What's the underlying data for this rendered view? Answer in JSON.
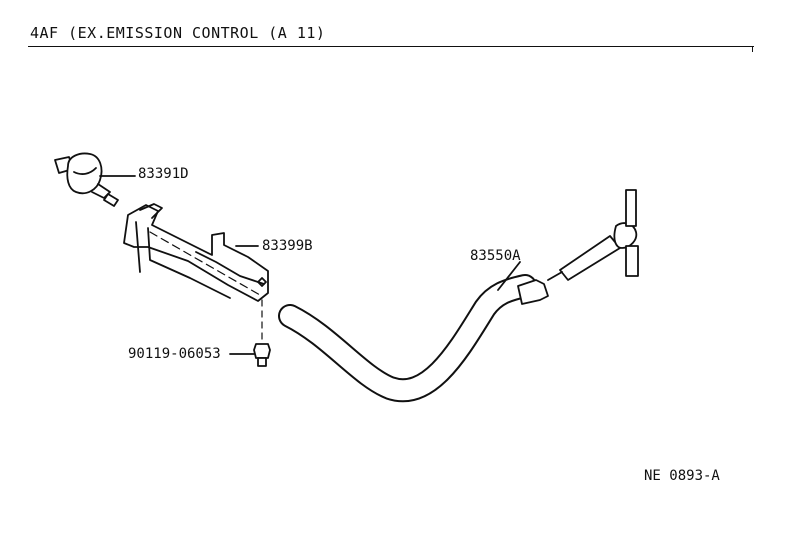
{
  "header": {
    "title": "4AF (EX.EMISSION CONTROL (A 11)"
  },
  "parts": {
    "connector": "83391D",
    "bracket": "83399B",
    "bolt": "90119-06053",
    "hose": "83550A"
  },
  "figure_code": "NE 0893-A"
}
